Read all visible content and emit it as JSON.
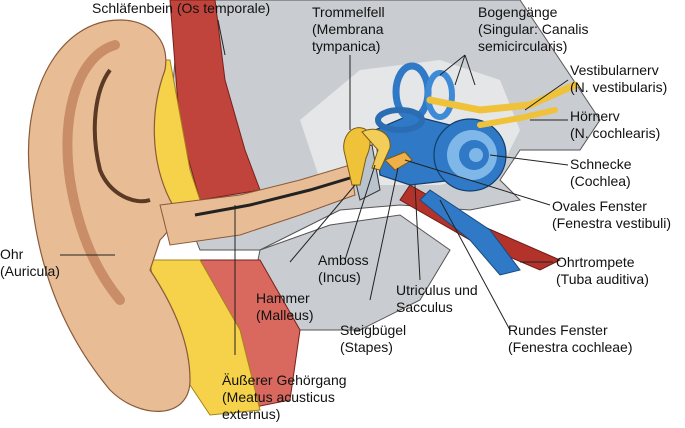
{
  "labels": {
    "schlaefenbein": [
      "Schläfenbein (Os temporale)"
    ],
    "trommelfell": [
      "Trommelfell",
      "(Membrana",
      "tympanica)"
    ],
    "bogengaenge": [
      "Bogengänge",
      "(Singular: Canalis",
      "semicircularis)"
    ],
    "vestibularnerv": [
      "Vestibularnerv",
      "(N. vestibularis)"
    ],
    "hoernerv": [
      "Hörnerv",
      "(N. cochlearis)"
    ],
    "schnecke": [
      "Schnecke",
      "(Cochlea)"
    ],
    "ovales_fenster": [
      "Ovales Fenster",
      "(Fenestra vestibuli)"
    ],
    "ohrtrompete": [
      "Ohrtrompete",
      "(Tuba auditiva)"
    ],
    "rundes_fenster": [
      "Rundes Fenster",
      "(Fenestra cochleae)"
    ],
    "utriculus": [
      "Utriculus und",
      "Sacculus"
    ],
    "steigbuegel": [
      "Steigbügel",
      "(Stapes)"
    ],
    "amboss": [
      "Amboss",
      "(Incus)"
    ],
    "hammer": [
      "Hammer",
      "(Malleus)"
    ],
    "ohr": [
      "Ohr",
      "(Auricula)"
    ],
    "gehoergang": [
      "Äußerer Gehörgang",
      "(Meatus acusticus",
      "externus)"
    ]
  },
  "colors": {
    "skin": "#e8bd95",
    "skin_shadow": "#c98e68",
    "bone": "#c9ccd0",
    "bone_light": "#e4e6e8",
    "fat": "#f5d24a",
    "muscle": "#c0443b",
    "inner_ear_blue": "#2f79c6",
    "cochlea_light": "#7fb7e8",
    "nerve": "#f0c23a",
    "vessel_red": "#b3322a"
  }
}
